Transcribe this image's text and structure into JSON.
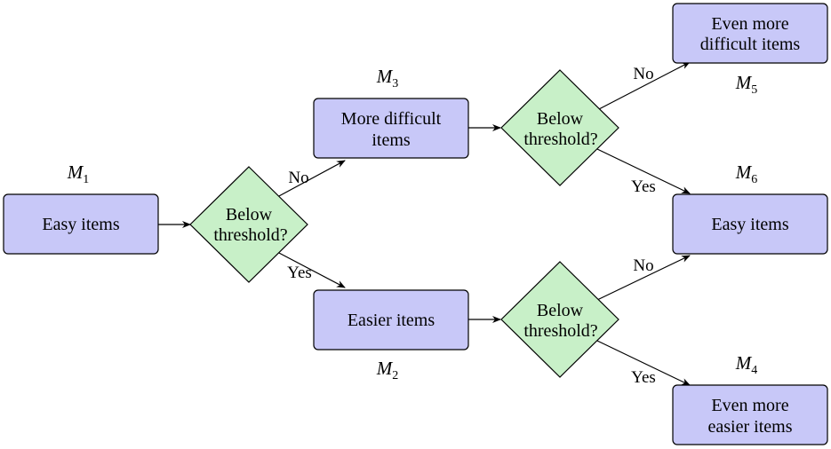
{
  "nodes": {
    "m1": {
      "label": "Easy items",
      "model_letter": "M",
      "model_sub": "1"
    },
    "m3": {
      "line1": "More difficult",
      "line2": "items",
      "model_letter": "M",
      "model_sub": "3"
    },
    "m2": {
      "label": "Easier items",
      "model_letter": "M",
      "model_sub": "2"
    },
    "m5": {
      "line1": "Even more",
      "line2": "difficult items",
      "model_letter": "M",
      "model_sub": "5"
    },
    "m6": {
      "label": "Easy items",
      "model_letter": "M",
      "model_sub": "6"
    },
    "m4": {
      "line1": "Even more",
      "line2": "easier items",
      "model_letter": "M",
      "model_sub": "4"
    }
  },
  "decisions": {
    "d1": {
      "line1": "Below",
      "line2": "threshold?"
    },
    "d2": {
      "line1": "Below",
      "line2": "threshold?"
    },
    "d3": {
      "line1": "Below",
      "line2": "threshold?"
    }
  },
  "edges": {
    "d1_no": "No",
    "d1_yes": "Yes",
    "d2_no": "No",
    "d2_yes": "Yes",
    "d3_no": "No",
    "d3_yes": "Yes"
  },
  "colors": {
    "box_fill": "#c8c8f8",
    "decision_fill": "#c8f0c8"
  }
}
